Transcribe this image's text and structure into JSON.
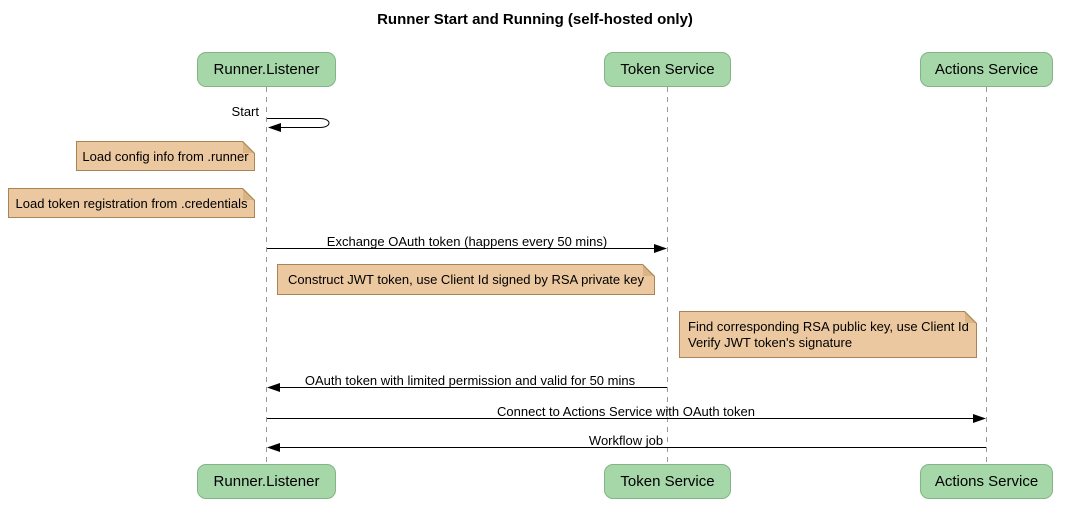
{
  "title": "Runner Start and Running (self-hosted only)",
  "diagram": {
    "type": "sequence",
    "participants": [
      {
        "id": "runner",
        "label": "Runner.Listener"
      },
      {
        "id": "token",
        "label": "Token Service"
      },
      {
        "id": "actions",
        "label": "Actions Service"
      }
    ],
    "messages": [
      {
        "from": "runner",
        "to": "runner",
        "style": "self-loop",
        "label": "Start"
      },
      {
        "from": "runner",
        "to": "token",
        "style": "solid-arrow",
        "label": "Exchange OAuth token (happens every 50 mins)"
      },
      {
        "from": "token",
        "to": "runner",
        "style": "solid-arrow",
        "label": "OAuth token with limited permission and valid for 50 mins"
      },
      {
        "from": "runner",
        "to": "actions",
        "style": "solid-arrow",
        "label": "Connect to Actions Service with OAuth token"
      },
      {
        "from": "actions",
        "to": "runner",
        "style": "solid-arrow",
        "label": "Workflow job"
      }
    ],
    "notes": [
      {
        "position": "left of runner",
        "text": "Load config info from .runner"
      },
      {
        "position": "left of runner",
        "text": "Load token registration from .credentials"
      },
      {
        "position": "between runner and token",
        "text": "Construct JWT token, use Client Id signed by RSA private key"
      },
      {
        "position": "left of actions",
        "lines": [
          "Find corresponding RSA public key, use Client Id",
          "Verify JWT token's signature"
        ]
      }
    ]
  },
  "colors": {
    "background": "#ffffff",
    "participant_fill": "#A6D7A8",
    "participant_border": "#84B386",
    "note_fill": "#ECC8A0",
    "note_border": "#AA8455",
    "lifeline": "#999999",
    "arrow": "#000000",
    "text": "#000000"
  }
}
